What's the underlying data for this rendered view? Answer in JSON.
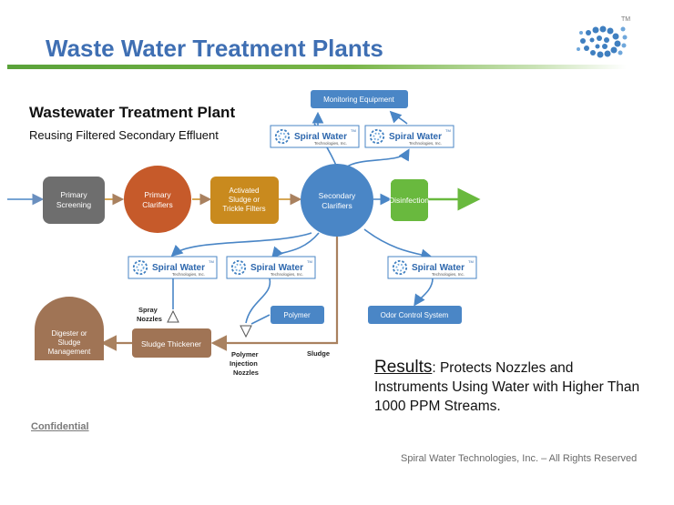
{
  "slide": {
    "title": "Waste Water Treatment Plants",
    "confidential": "Confidential",
    "footer": "Spiral Water Technologies, Inc. – All Rights Reserved",
    "trademark": "TM",
    "colors": {
      "title_blue": "#3f6fb3",
      "rule_green": "#5aa23a"
    }
  },
  "diagram": {
    "title": "Wastewater Treatment Plant",
    "subtitle": "Reusing Filtered Secondary Effluent",
    "nodes": {
      "primary_screening": [
        "Primary",
        "Screening"
      ],
      "primary_clarifiers": [
        "Primary",
        "Clarifiers"
      ],
      "activated_sludge": [
        "Activated",
        "Sludge or",
        "Trickle Filters"
      ],
      "secondary_clarifiers": [
        "Secondary",
        "Clarifiers"
      ],
      "disinfection": [
        "Disinfection"
      ],
      "monitoring_equipment": [
        "Monitoring Equipment"
      ],
      "odor_control": [
        "Odor Control System"
      ],
      "polymer": [
        "Polymer"
      ],
      "sludge_thickener": [
        "Sludge Thickener"
      ],
      "digester": [
        "Digester or",
        "Sludge",
        "Management"
      ]
    },
    "labels": {
      "spray_nozzles": [
        "Spray",
        "Nozzles"
      ],
      "polymer_injection": [
        "Polymer",
        "Injection",
        "Nozzles"
      ],
      "sludge": [
        "Sludge"
      ]
    },
    "brand": {
      "name": "Spiral Water",
      "tm": "TM",
      "sub": "Technologies, Inc."
    },
    "node_colors": {
      "primary_screening": "#6e6e6e",
      "primary_clarifiers": "#c65a2a",
      "activated_sludge": "#c98a1e",
      "secondary_clarifiers": "#4a86c6",
      "disinfection": "#69b93e",
      "blue_box": "#4a86c6",
      "sludge_box": "#a07455",
      "brown_line": "#a9815f"
    }
  },
  "results": {
    "label": "Results",
    "text": ": Protects Nozzles and Instruments Using Water with Higher Than 1000 PPM Streams."
  }
}
